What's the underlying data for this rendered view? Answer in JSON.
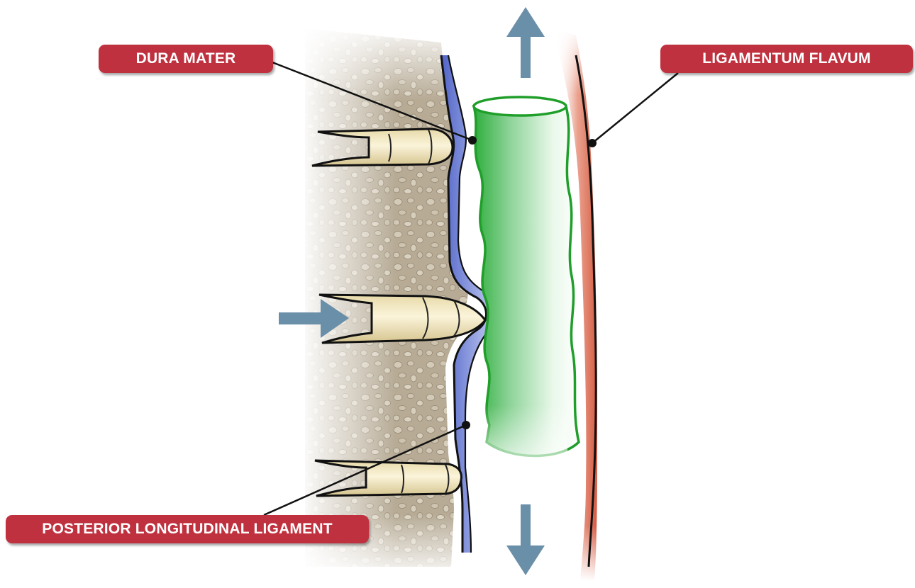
{
  "labels": {
    "dura_mater": "DURA MATER",
    "ligamentum_flavum": "LIGAMENTUM FLAVUM",
    "posterior_longitudinal_ligament": "POSTERIOR LONGITUDINAL LIGAMENT"
  },
  "colors": {
    "label_background": "#c0313f",
    "label_text": "#ffffff",
    "arrow": "#6a8fa8",
    "bone": "#b9ad98",
    "disc": "#efe4bd",
    "dura": "#5b6fd0",
    "ligamentum_flavum": "#dc6a52",
    "spinal_cord_outline": "#1f9e2a",
    "spinal_cord_fill": "#bfe8bf"
  },
  "icons": {
    "arrows": [
      "arrow-up-icon",
      "arrow-right-icon",
      "arrow-down-icon"
    ]
  }
}
